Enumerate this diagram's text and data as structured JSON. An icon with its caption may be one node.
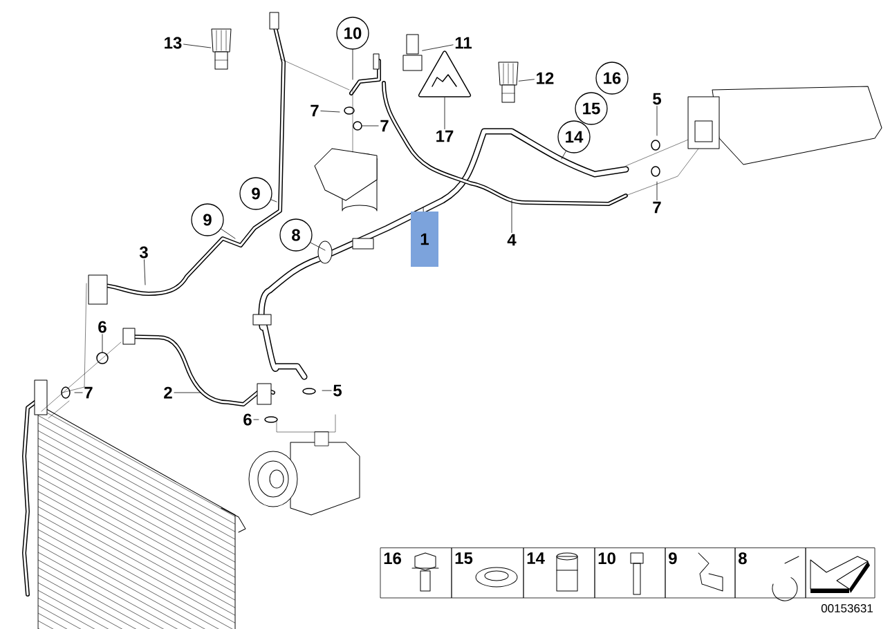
{
  "diagram": {
    "nodes": [
      {
        "text": [
          "13"
        ]
      },
      {
        "text": [
          "10"
        ]
      },
      {
        "text": [
          "11"
        ]
      },
      {
        "text": [
          "16"
        ]
      },
      {
        "text": [
          "12"
        ]
      },
      {
        "text": [
          "5"
        ]
      },
      {
        "text": [
          "15"
        ]
      },
      {
        "text": [
          "7"
        ]
      },
      {
        "text": [
          "7"
        ]
      },
      {
        "text": [
          "17"
        ]
      },
      {
        "text": [
          "14"
        ]
      },
      {
        "text": [
          "9"
        ]
      },
      {
        "text": [
          "7"
        ]
      },
      {
        "text": [
          "9"
        ]
      },
      {
        "text": [
          "8"
        ]
      },
      {
        "text": [
          "1"
        ]
      },
      {
        "text": [
          "4"
        ]
      },
      {
        "text": [
          "3"
        ]
      },
      {
        "text": [
          "6"
        ]
      },
      {
        "text": [
          "7"
        ]
      },
      {
        "text": [
          "2"
        ]
      },
      {
        "text": [
          "5"
        ]
      },
      {
        "text": [
          "6"
        ]
      },
      {
        "text": [],
        "shape": "picture"
      },
      {
        "text": [],
        "shape": "picture"
      },
      {
        "text": [],
        "shape": "circle"
      },
      {
        "text": [],
        "shape": "picture"
      },
      {
        "text": [],
        "shape": "picture"
      },
      {
        "text": [],
        "shape": "circle"
      }
    ],
    "edges": [
      {
        "from": 0,
        "to": 23,
        "arrow": "none"
      },
      {
        "from": 1,
        "to": null,
        "arrow": "none"
      },
      {
        "from": 2,
        "to": 24,
        "arrow": "none"
      },
      {
        "from": 4,
        "to": 27,
        "arrow": "none"
      },
      {
        "from": 5,
        "to": null,
        "arrow": "none"
      },
      {
        "from": 7,
        "to": null,
        "arrow": "none"
      },
      {
        "from": 8,
        "to": 28,
        "arrow": "none"
      },
      {
        "from": 9,
        "to": 26,
        "arrow": "none"
      },
      {
        "from": 10,
        "to": null,
        "arrow": "none"
      },
      {
        "from": 11,
        "to": null,
        "arrow": "none"
      },
      {
        "from": 12,
        "to": null,
        "arrow": "none"
      },
      {
        "from": 13,
        "to": null,
        "arrow": "none"
      },
      {
        "from": 14,
        "to": null,
        "arrow": "none"
      },
      {
        "from": 15,
        "to": null,
        "arrow": "none"
      },
      {
        "from": 16,
        "to": null,
        "arrow": "none"
      },
      {
        "from": 17,
        "to": null,
        "arrow": "none"
      },
      {
        "from": 18,
        "to": 25,
        "arrow": "none"
      },
      {
        "from": 19,
        "to": null,
        "arrow": "none"
      },
      {
        "from": 20,
        "to": null,
        "arrow": "none"
      },
      {
        "from": 21,
        "to": null,
        "arrow": "none"
      },
      {
        "from": 22,
        "to": null,
        "arrow": "none"
      }
    ],
    "labels": [
      "16",
      "15",
      "14",
      "10",
      "9",
      "8",
      "00153631"
    ]
  }
}
